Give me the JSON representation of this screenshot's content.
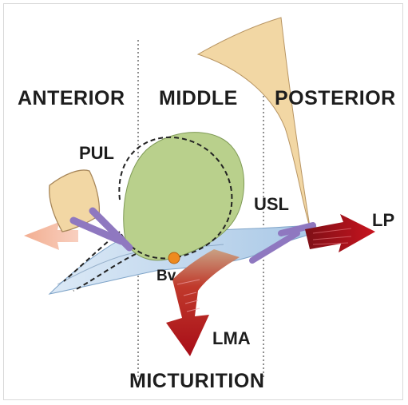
{
  "labels": {
    "anterior": "ANTERIOR",
    "middle": "MIDDLE",
    "posterior": "POSTERIOR",
    "pul": "PUL",
    "usl": "USL",
    "lp": "LP",
    "bv": "Bv",
    "lma": "LMA",
    "micturition": "MICTURITION"
  },
  "colors": {
    "bladder": "#b9d08c",
    "pubic_bone": "#f2d7a4",
    "urethra_vagina": "#c9dff0",
    "ligament": "#8f78c0",
    "force_arrow": "#b5121b",
    "faded_arrow": "#f4b9a3",
    "bv_dot": "#ee8a1e",
    "divider": "#555555"
  }
}
